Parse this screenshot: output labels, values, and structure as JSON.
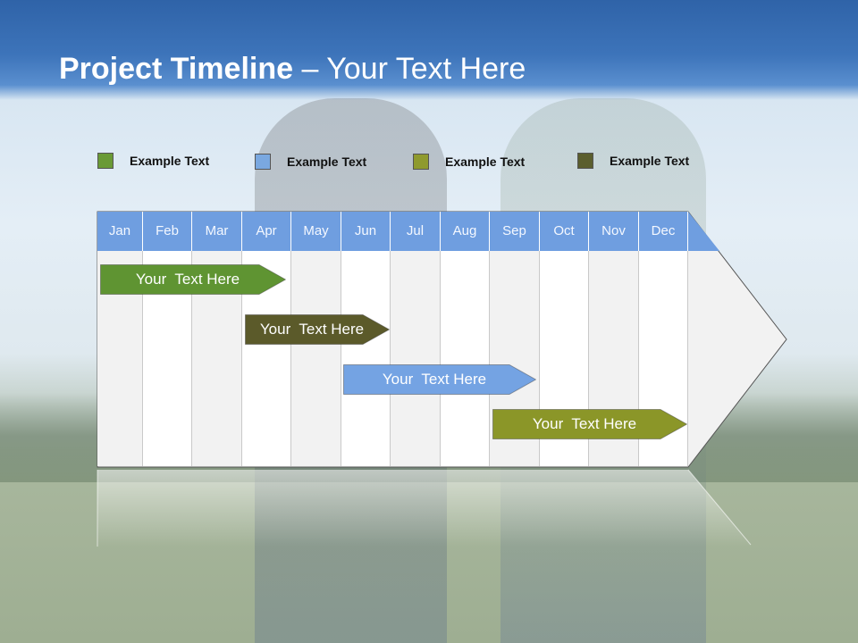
{
  "slide": {
    "title_bold": "Project Timeline",
    "title_rest": " – Your Text Here"
  },
  "legend": [
    {
      "label": "Example Text",
      "color": "#6a9a36"
    },
    {
      "label": "Example Text",
      "color": "#7aa8e0"
    },
    {
      "label": "Example Text",
      "color": "#8f9a2e"
    },
    {
      "label": "Example Text",
      "color": "#5b5e2e"
    }
  ],
  "months": [
    "Jan",
    "Feb",
    "Mar",
    "Apr",
    "May",
    "Jun",
    "Jul",
    "Aug",
    "Sep",
    "Oct",
    "Nov",
    "Dec"
  ],
  "tasks": [
    {
      "label": "Your  Text Here",
      "color": "#5f9432"
    },
    {
      "label": "Your  Text Here",
      "color": "#5b5a2a"
    },
    {
      "label": "Your  Text Here",
      "color": "#74a3e3"
    },
    {
      "label": "Your  Text Here",
      "color": "#8b9628"
    }
  ]
}
